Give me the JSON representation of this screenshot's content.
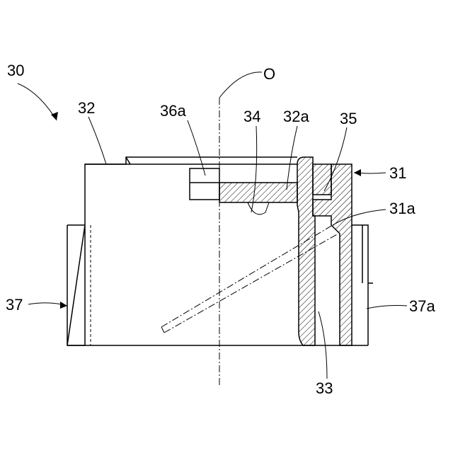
{
  "labels": {
    "assembly": "30",
    "axis": "O",
    "l32": "32",
    "l36a": "36a",
    "l34": "34",
    "l32a": "32a",
    "l35": "35",
    "l31": "31",
    "l31a": "31a",
    "l37": "37",
    "l37a": "37a",
    "l33": "33"
  }
}
